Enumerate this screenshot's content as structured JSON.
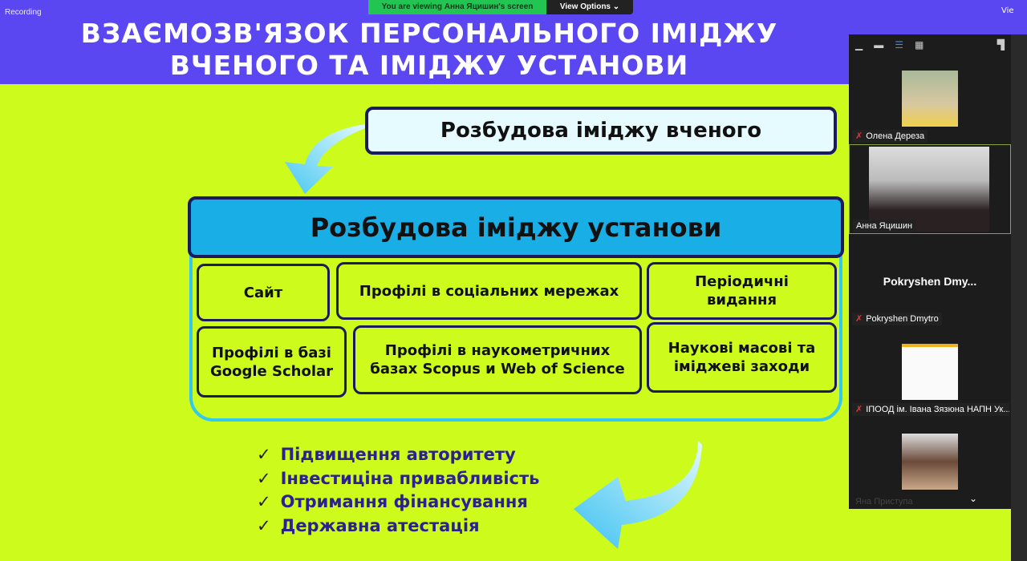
{
  "meeting": {
    "recording_label": "Recording",
    "viewing_banner": "You are viewing Анна Яцишин's screen",
    "view_options": "View Options ⌄",
    "view_label": "Vie"
  },
  "slide": {
    "title_line1": "ВЗАЄМОЗВ'ЯЗОК ПЕРСОНАЛЬНОГО ІМІДЖУ",
    "title_line2": "ВЧЕНОГО ТА ІМІДЖУ УСТАНОВИ",
    "scholar_box": "Розбудова іміджу вченого",
    "institution_box": "Розбудова іміджу установи",
    "items": [
      "Сайт",
      "Профілі в соціальних мережах",
      "Періодичні видання",
      "Профілі в базі Google Scholar",
      "Профілі в наукометричних базах  Scopus и Web of Science",
      "Наукові масові та іміджеві заходи"
    ],
    "benefits": [
      "Підвищення авторитету",
      "Інвестиціна привабливість",
      "Отримання фінансування",
      "Державна атестація"
    ],
    "check": "✓"
  },
  "participants": [
    {
      "name": "Олена Дереза",
      "muted": true
    },
    {
      "name": "Анна Яцишин",
      "muted": false
    },
    {
      "name": "Pokryshen Dmytro",
      "display": "Pokryshen  Dmy...",
      "muted": true
    },
    {
      "name": "ІПООД ім. Івана Зязюна НАПН Ук...",
      "muted": true
    },
    {
      "name": "Яна Приступа",
      "muted": true
    }
  ]
}
